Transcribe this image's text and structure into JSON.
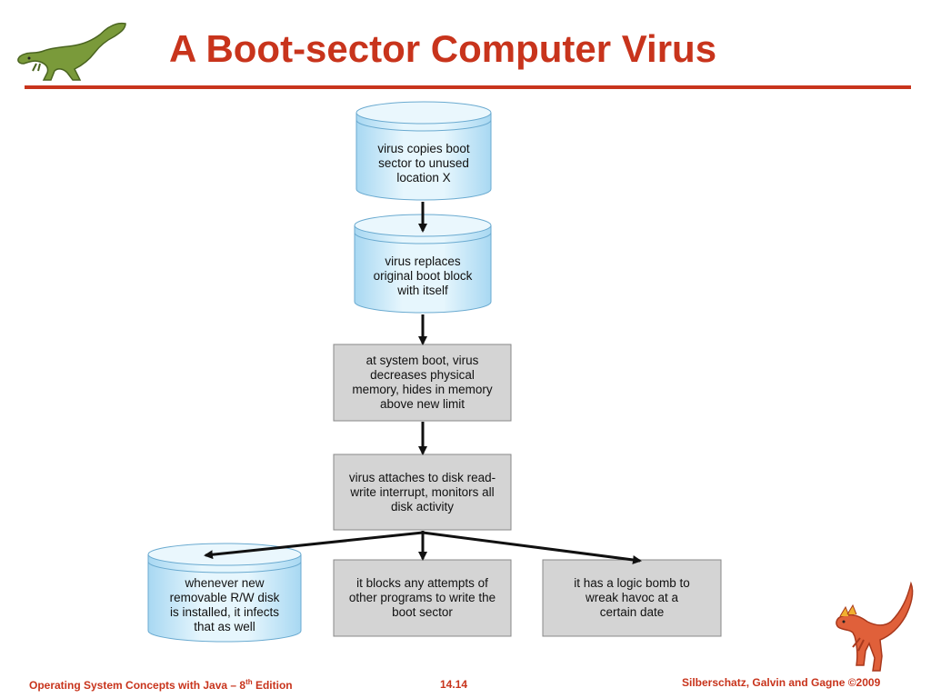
{
  "slide": {
    "title": "A Boot-sector Computer Virus"
  },
  "diagram": {
    "steps": [
      {
        "text": "virus copies boot\nsector to unused\nlocation X"
      },
      {
        "text": "virus replaces\noriginal boot block\nwith itself"
      },
      {
        "text": "at system boot, virus\ndecreases physical\nmemory, hides in memory\nabove new limit"
      },
      {
        "text": "virus attaches to disk read-\nwrite interrupt, monitors all\ndisk activity"
      },
      {
        "text": "whenever new\nremovable R/W disk\nis installed, it infects\nthat as well"
      },
      {
        "text": "it blocks any attempts of\nother programs to write the\nboot sector"
      },
      {
        "text": "it has a logic bomb to\nwreak havoc at a\ncertain date"
      }
    ]
  },
  "footer": {
    "book_prefix": "Operating System Concepts  with Java – 8",
    "book_sup": "th",
    "book_suffix": " Edition",
    "page_number": "14.14",
    "copyright": "Silberschatz, Galvin and Gagne ©2009"
  },
  "colors": {
    "accent": "#c8341c",
    "cylinder_fill": "#d6f0fc",
    "cylinder_shade": "#9fd3f0",
    "process_fill": "#d4d4d4"
  }
}
